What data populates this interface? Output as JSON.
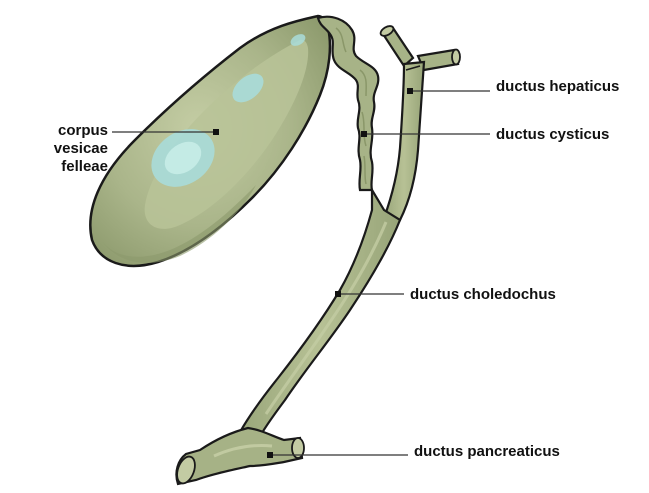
{
  "colors": {
    "organ_fill": "#a9b58a",
    "organ_mid": "#bcc59c",
    "organ_shade": "#8e9c6e",
    "organ_outline": "#1a1a1a",
    "highlight": "#aee0df",
    "highlight_soft": "#c9ece6",
    "leader_line": "#333333",
    "marker": "#111111",
    "label_text": "#111111"
  },
  "labels": {
    "corpus_line1": "corpus",
    "corpus_line2": "vesicae",
    "corpus_line3": "felleae",
    "hepaticus": "ductus hepaticus",
    "cysticus": "ductus cysticus",
    "choledochus": "ductus choledochus",
    "pancreaticus": "ductus pancreaticus"
  }
}
